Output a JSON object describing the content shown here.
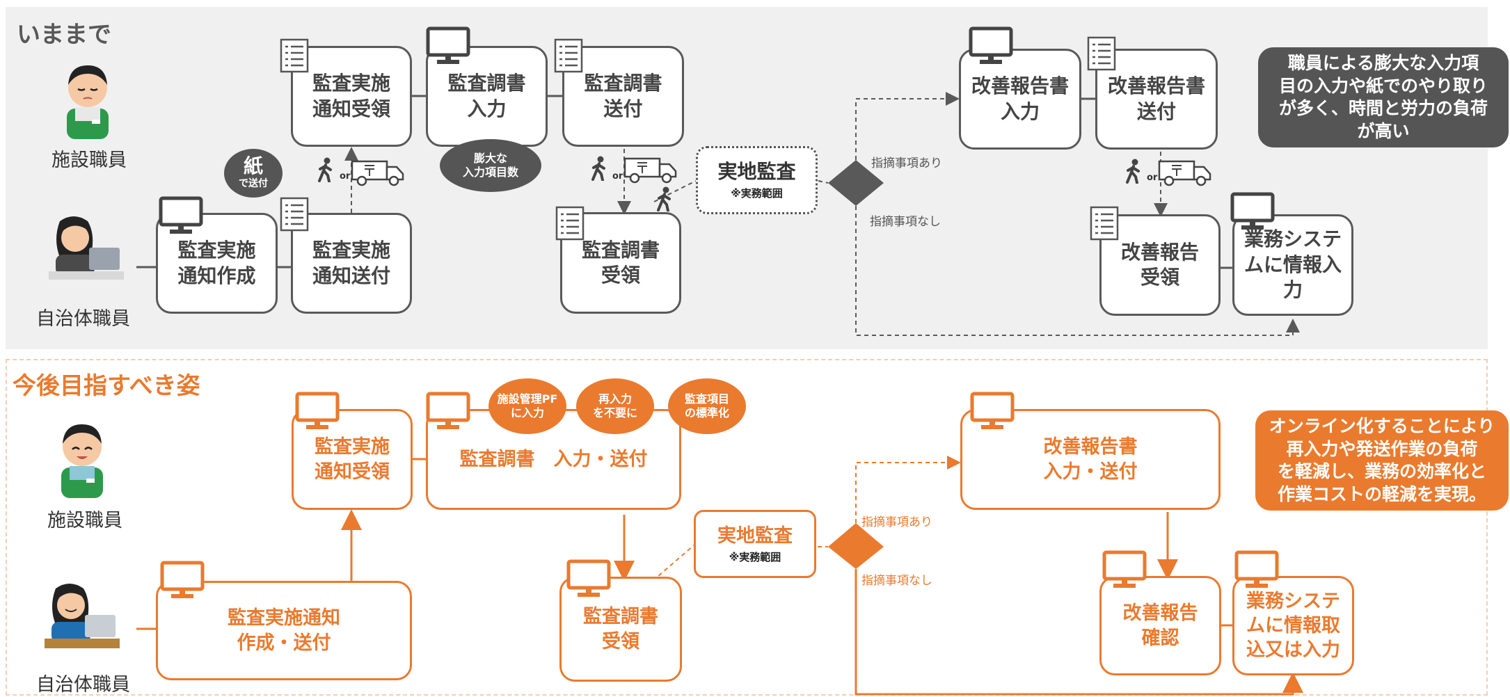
{
  "sections": {
    "before_title": "いままで",
    "after_title": "今後目指すべき姿"
  },
  "actors": {
    "facility": "施設職員",
    "municipal": "自治体職員"
  },
  "before": {
    "boxes": {
      "notice_receive": "監査実施\n通知受領",
      "report_input": "監査調書\n入力",
      "report_send": "監査調書\n送付",
      "notice_create": "監査実施\n通知作成",
      "notice_send": "監査実施\n通知送付",
      "report_receive": "監査調書\n受領",
      "site_audit": "実地監査",
      "site_audit_note": "※実務範囲",
      "improve_input": "改善報告書\n入力",
      "improve_send": "改善報告書\n送付",
      "improve_receive": "改善報告\n受領",
      "system_input": "業務システ\nムに情報入\n力"
    },
    "paper_bubble_big": "紙",
    "paper_bubble_small": "で送付",
    "volume_bubble": "膨大な\n入力項目数",
    "or_label": "or",
    "branch_yes": "指摘事項あり",
    "branch_no": "指摘事項なし",
    "callout": "職員による膨大な入力項\n目の入力や紙でのやり取り\nが多く、時間と労力の負荷\nが高い"
  },
  "after": {
    "boxes": {
      "notice_receive": "監査実施\n通知受領",
      "report_input_send": "監査調書　入力・送付",
      "notice_create_send": "監査実施通知\n作成・送付",
      "report_receive": "監査調書\n受領",
      "site_audit": "実地監査",
      "site_audit_note": "※実務範囲",
      "improve_input_send": "改善報告書\n入力・送付",
      "improve_confirm": "改善報告\n確認",
      "system_import": "業務システ\nムに情報取\n込又は入力"
    },
    "bubbles": [
      "施設管理PF\nに入力",
      "再入力\nを不要に",
      "監査項目\nの標準化"
    ],
    "branch_yes": "指摘事項あり",
    "branch_no": "指摘事項なし",
    "callout": "オンライン化することにより\n再入力や発送作業の負荷\nを軽減し、業務の効率化と\n作業コストの軽減を実現。"
  },
  "colors": {
    "gray": "#595959",
    "orange": "#ea7a2e",
    "panel_gray": "#f0f0f0"
  }
}
